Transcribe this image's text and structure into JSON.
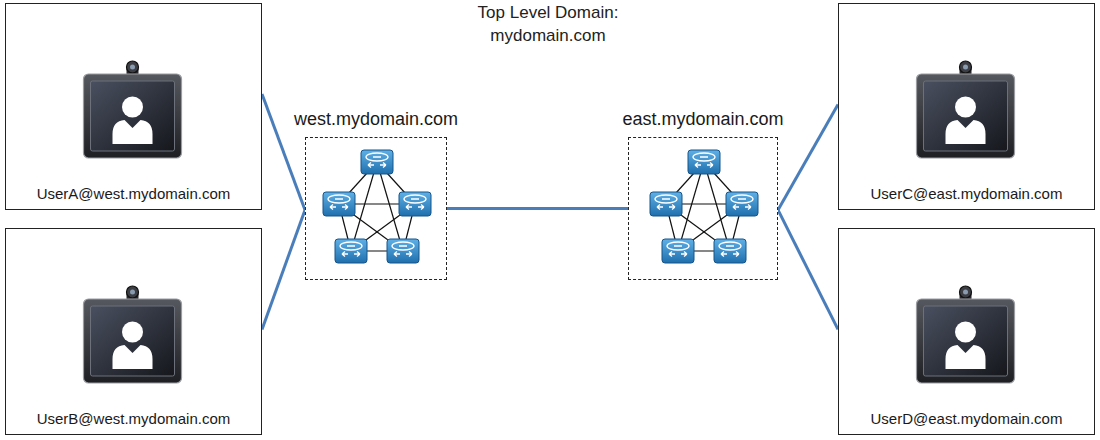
{
  "diagram": {
    "title": "Top Level Domain: mydomain.com",
    "nodes": [
      {
        "text": [
          "UserA@west.mydomain.com"
        ]
      },
      {
        "text": [
          "UserB@west.mydomain.com"
        ]
      },
      {
        "text": [
          "west.mydomain.com"
        ]
      },
      {
        "text": [
          "east.mydomain.com"
        ]
      },
      {
        "text": [
          "UserC@east.mydomain.com"
        ]
      },
      {
        "text": [
          "UserD@east.mydomain.com"
        ]
      }
    ],
    "edges": [
      {
        "from": 0,
        "to": 2,
        "arrow": "none"
      },
      {
        "from": 1,
        "to": 2,
        "arrow": "none"
      },
      {
        "from": 2,
        "to": 3,
        "arrow": "none"
      },
      {
        "from": 3,
        "to": 4,
        "arrow": "none"
      },
      {
        "from": 3,
        "to": 5,
        "arrow": "none"
      }
    ]
  }
}
